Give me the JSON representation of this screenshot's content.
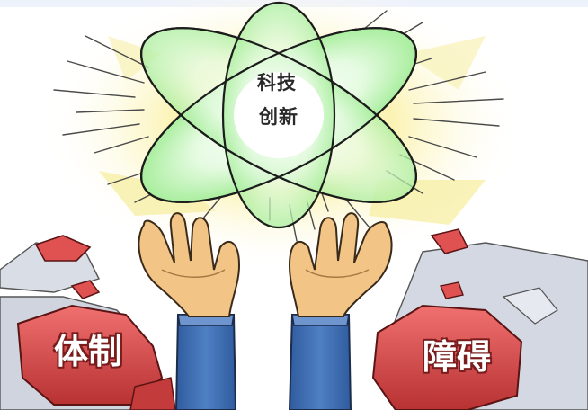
{
  "illustration": {
    "center_text_line1": "科技",
    "center_text_line2": "创新",
    "left_rock_text": "体制",
    "right_rock_text": "障碍"
  },
  "colors": {
    "atom_glow": "#bff5b6",
    "atom_orbit": "#5fc957",
    "halo_yellow": "#fbf6b8",
    "rock_red": "#d84a4a",
    "rock_shadow": "#8f2323",
    "skin": "#f1c487",
    "sleeve": "#3f6fb4"
  }
}
